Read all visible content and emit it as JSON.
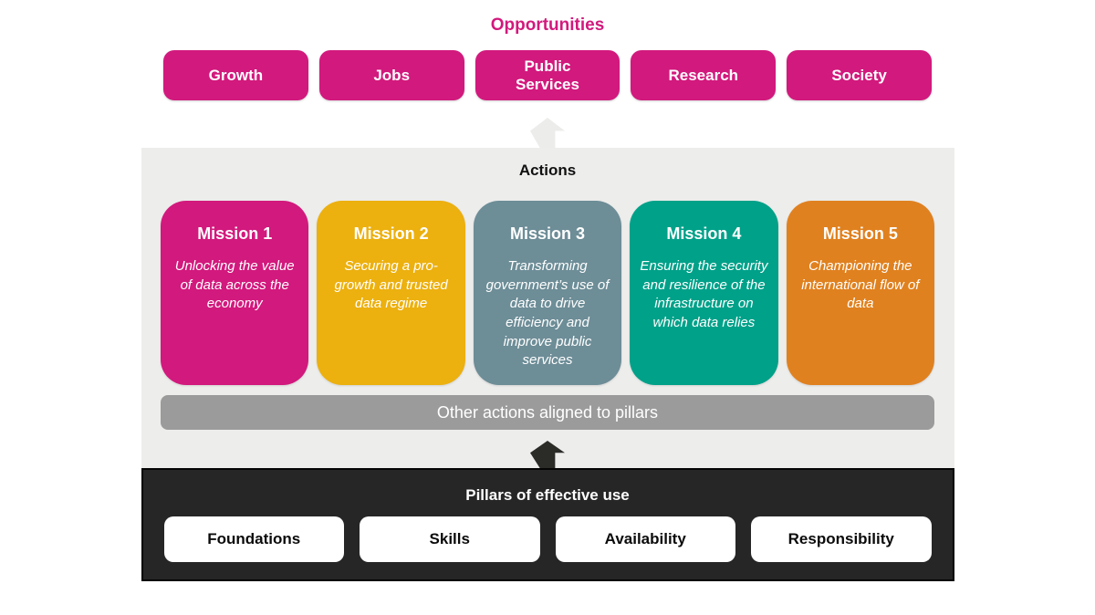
{
  "opportunities": {
    "title": "Opportunities",
    "items": [
      {
        "label": "Growth"
      },
      {
        "label": "Jobs"
      },
      {
        "label": "Public Services"
      },
      {
        "label": "Research"
      },
      {
        "label": "Society"
      }
    ]
  },
  "actions": {
    "title": "Actions",
    "missions": [
      {
        "title": "Mission 1",
        "description": "Unlocking the value of data across the economy",
        "color": "#d2197d"
      },
      {
        "title": "Mission 2",
        "description": "Securing a pro-growth and trusted data regime",
        "color": "#ecb00f"
      },
      {
        "title": "Mission 3",
        "description": "Transforming government’s use of data to drive efficiency and improve public services",
        "color": "#6d8d97"
      },
      {
        "title": "Mission 4",
        "description": "Ensuring the security and resilience of the infrastructure on which data relies",
        "color": "#00a189"
      },
      {
        "title": "Mission 5",
        "description": "Championing the international flow of data",
        "color": "#e0811f"
      }
    ],
    "other_actions_label": "Other actions aligned to pillars"
  },
  "pillars": {
    "title": "Pillars of effective use",
    "items": [
      {
        "label": "Foundations"
      },
      {
        "label": "Skills"
      },
      {
        "label": "Availability"
      },
      {
        "label": "Responsibility"
      }
    ]
  },
  "colors": {
    "accent_pink": "#d2197d",
    "panel_gray": "#ededec",
    "bar_gray": "#9b9b9b",
    "box_black": "#262626"
  }
}
